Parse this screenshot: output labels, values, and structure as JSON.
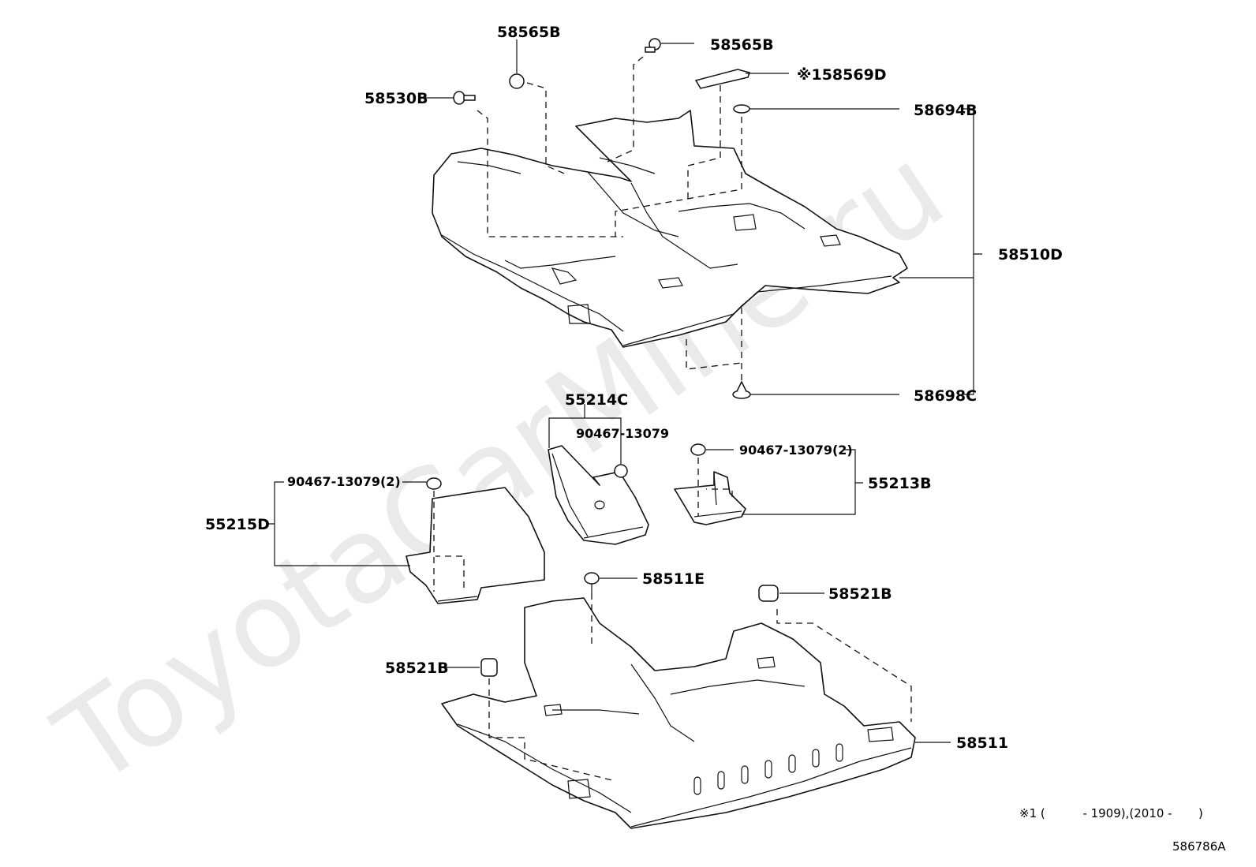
{
  "watermark": "ToyotaCarMine.ru",
  "labels": {
    "p58565B_top": "58565B",
    "p58565B_right": "58565B",
    "p58530B": "58530B",
    "p58569D": "※158569D",
    "p58694B": "58694B",
    "p58510D": "58510D",
    "p58698C": "58698C",
    "p55214C": "55214C",
    "p90467_center": "90467-13079",
    "p90467_right": "90467-13079(2)",
    "p90467_left": "90467-13079(2)",
    "p55213B": "55213B",
    "p55215D": "55215D",
    "p58511E": "58511E",
    "p58521B_right": "58521B",
    "p58521B_left": "58521B",
    "p58511": "58511"
  },
  "footnote": "※1 (          - 1909),(2010 -       )",
  "diagram_code": "586786A"
}
